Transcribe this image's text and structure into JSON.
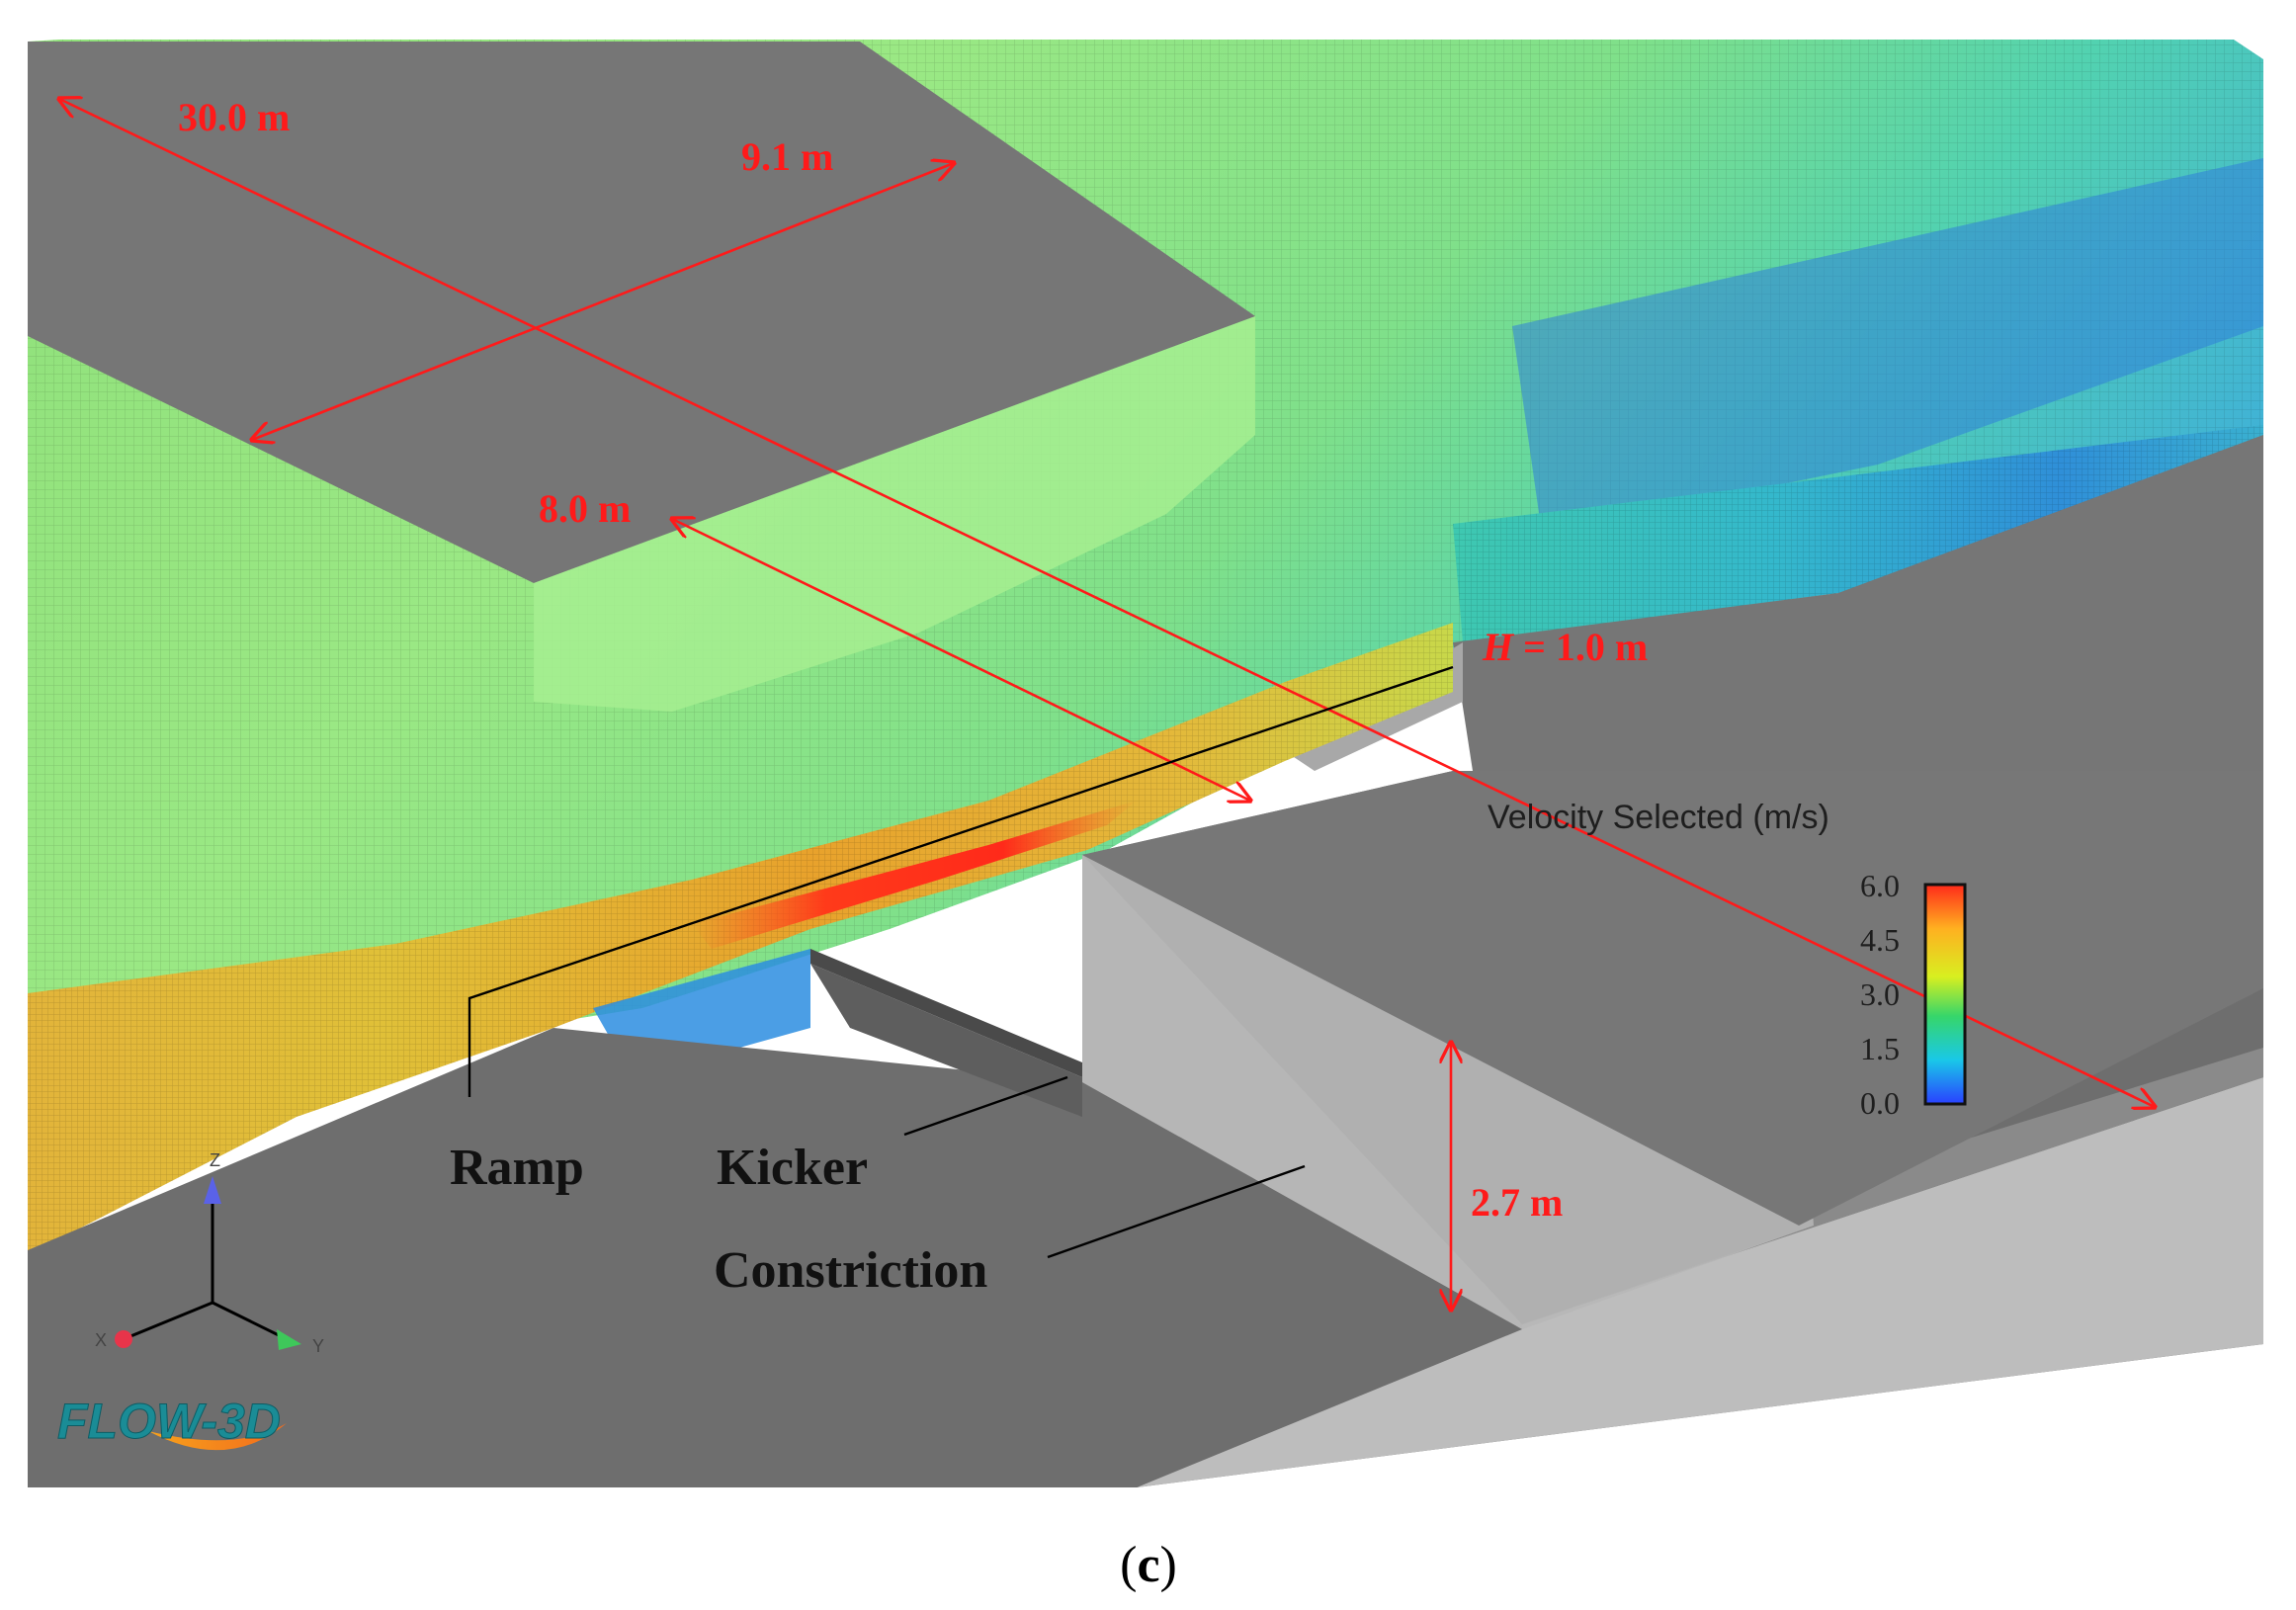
{
  "dimensions": {
    "length": "30.0 m",
    "weir_width": "9.1 m",
    "constriction_width": "8.0 m",
    "height_symbol": "H",
    "height_value": " = 1.0 m",
    "drop": "2.7 m"
  },
  "labels": {
    "ramp": "Ramp",
    "kicker": "Kicker",
    "constriction": "Constriction"
  },
  "legend": {
    "title": "Velocity Selected (m/s)",
    "ticks": [
      "6.0",
      "4.5",
      "3.0",
      "1.5",
      "0.0"
    ],
    "colors": [
      "#ff2a1a",
      "#ffb020",
      "#d8ef20",
      "#36d66a",
      "#19c8e8",
      "#2a40ff"
    ]
  },
  "axes": {
    "z": "Z",
    "x": "X",
    "y": "Y"
  },
  "logo": "FLOW-3D",
  "panel_label": "c",
  "colors": {
    "annotation": "#ff1a1a",
    "leader": "#000000",
    "solid_dark": "#767676",
    "solid_light": "#b4b4b4",
    "flow": "#8ee47a"
  }
}
